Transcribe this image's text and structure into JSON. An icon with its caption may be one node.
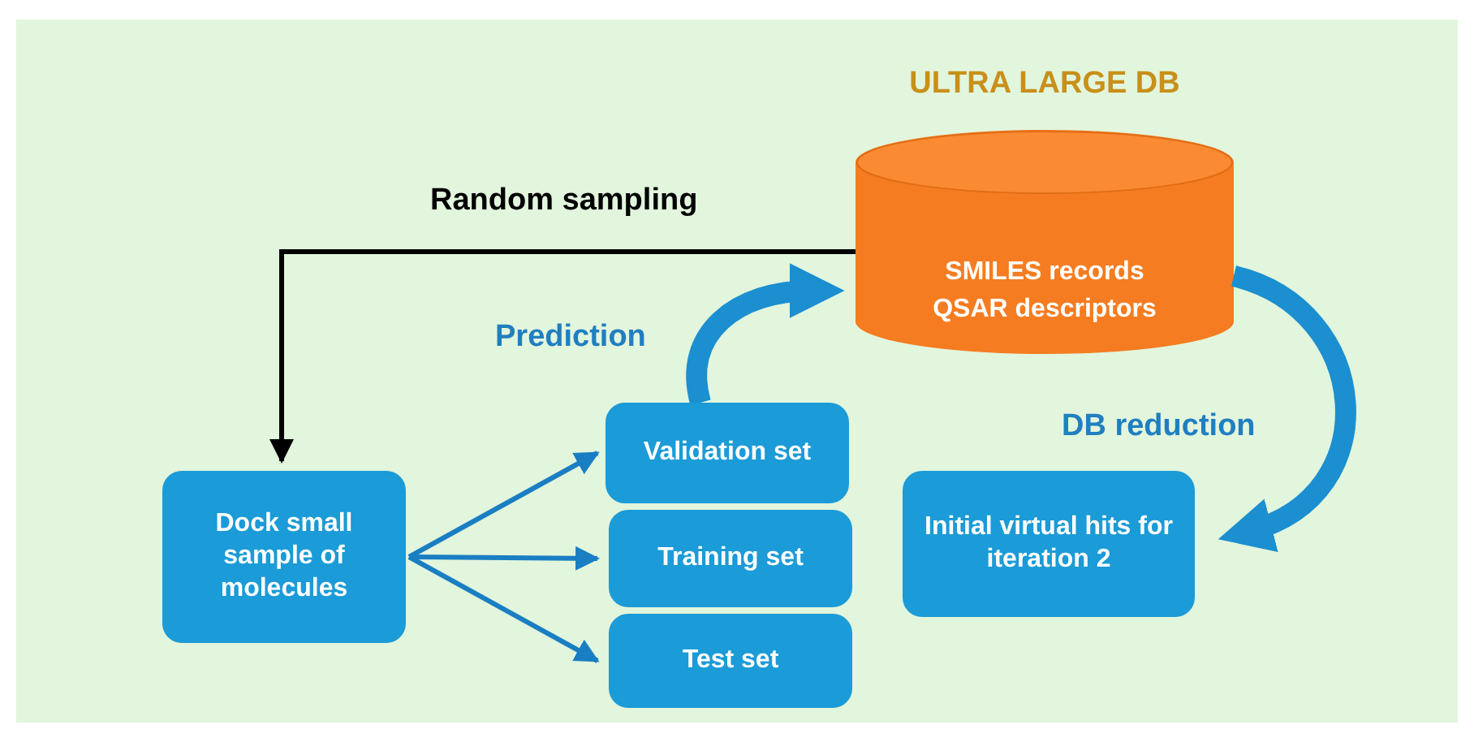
{
  "diagram": {
    "nodes": [
      {
        "text": [
          "ULTRA LARGE DB",
          "SMILES records QSAR descriptors"
        ]
      },
      {
        "text": [
          "Dock small sample of molecules"
        ]
      },
      {
        "text": [
          "Validation set"
        ]
      },
      {
        "text": [
          "Training set"
        ]
      },
      {
        "text": [
          "Test set"
        ]
      },
      {
        "text": [
          "Initial virtual hits for iteration 2"
        ]
      }
    ],
    "edges": [
      {
        "from": 0,
        "to": 1,
        "arrow": "to",
        "label": "Random sampling",
        "color": "#000000"
      },
      {
        "from": 1,
        "to": 2,
        "arrow": "to"
      },
      {
        "from": 1,
        "to": 3,
        "arrow": "to"
      },
      {
        "from": 1,
        "to": 4,
        "arrow": "to"
      },
      {
        "from": 2,
        "to": 0,
        "arrow": "to",
        "label": "Prediction",
        "style": "thick"
      },
      {
        "from": 0,
        "to": 5,
        "arrow": "to",
        "label": "DB reduction",
        "style": "thick"
      }
    ]
  }
}
